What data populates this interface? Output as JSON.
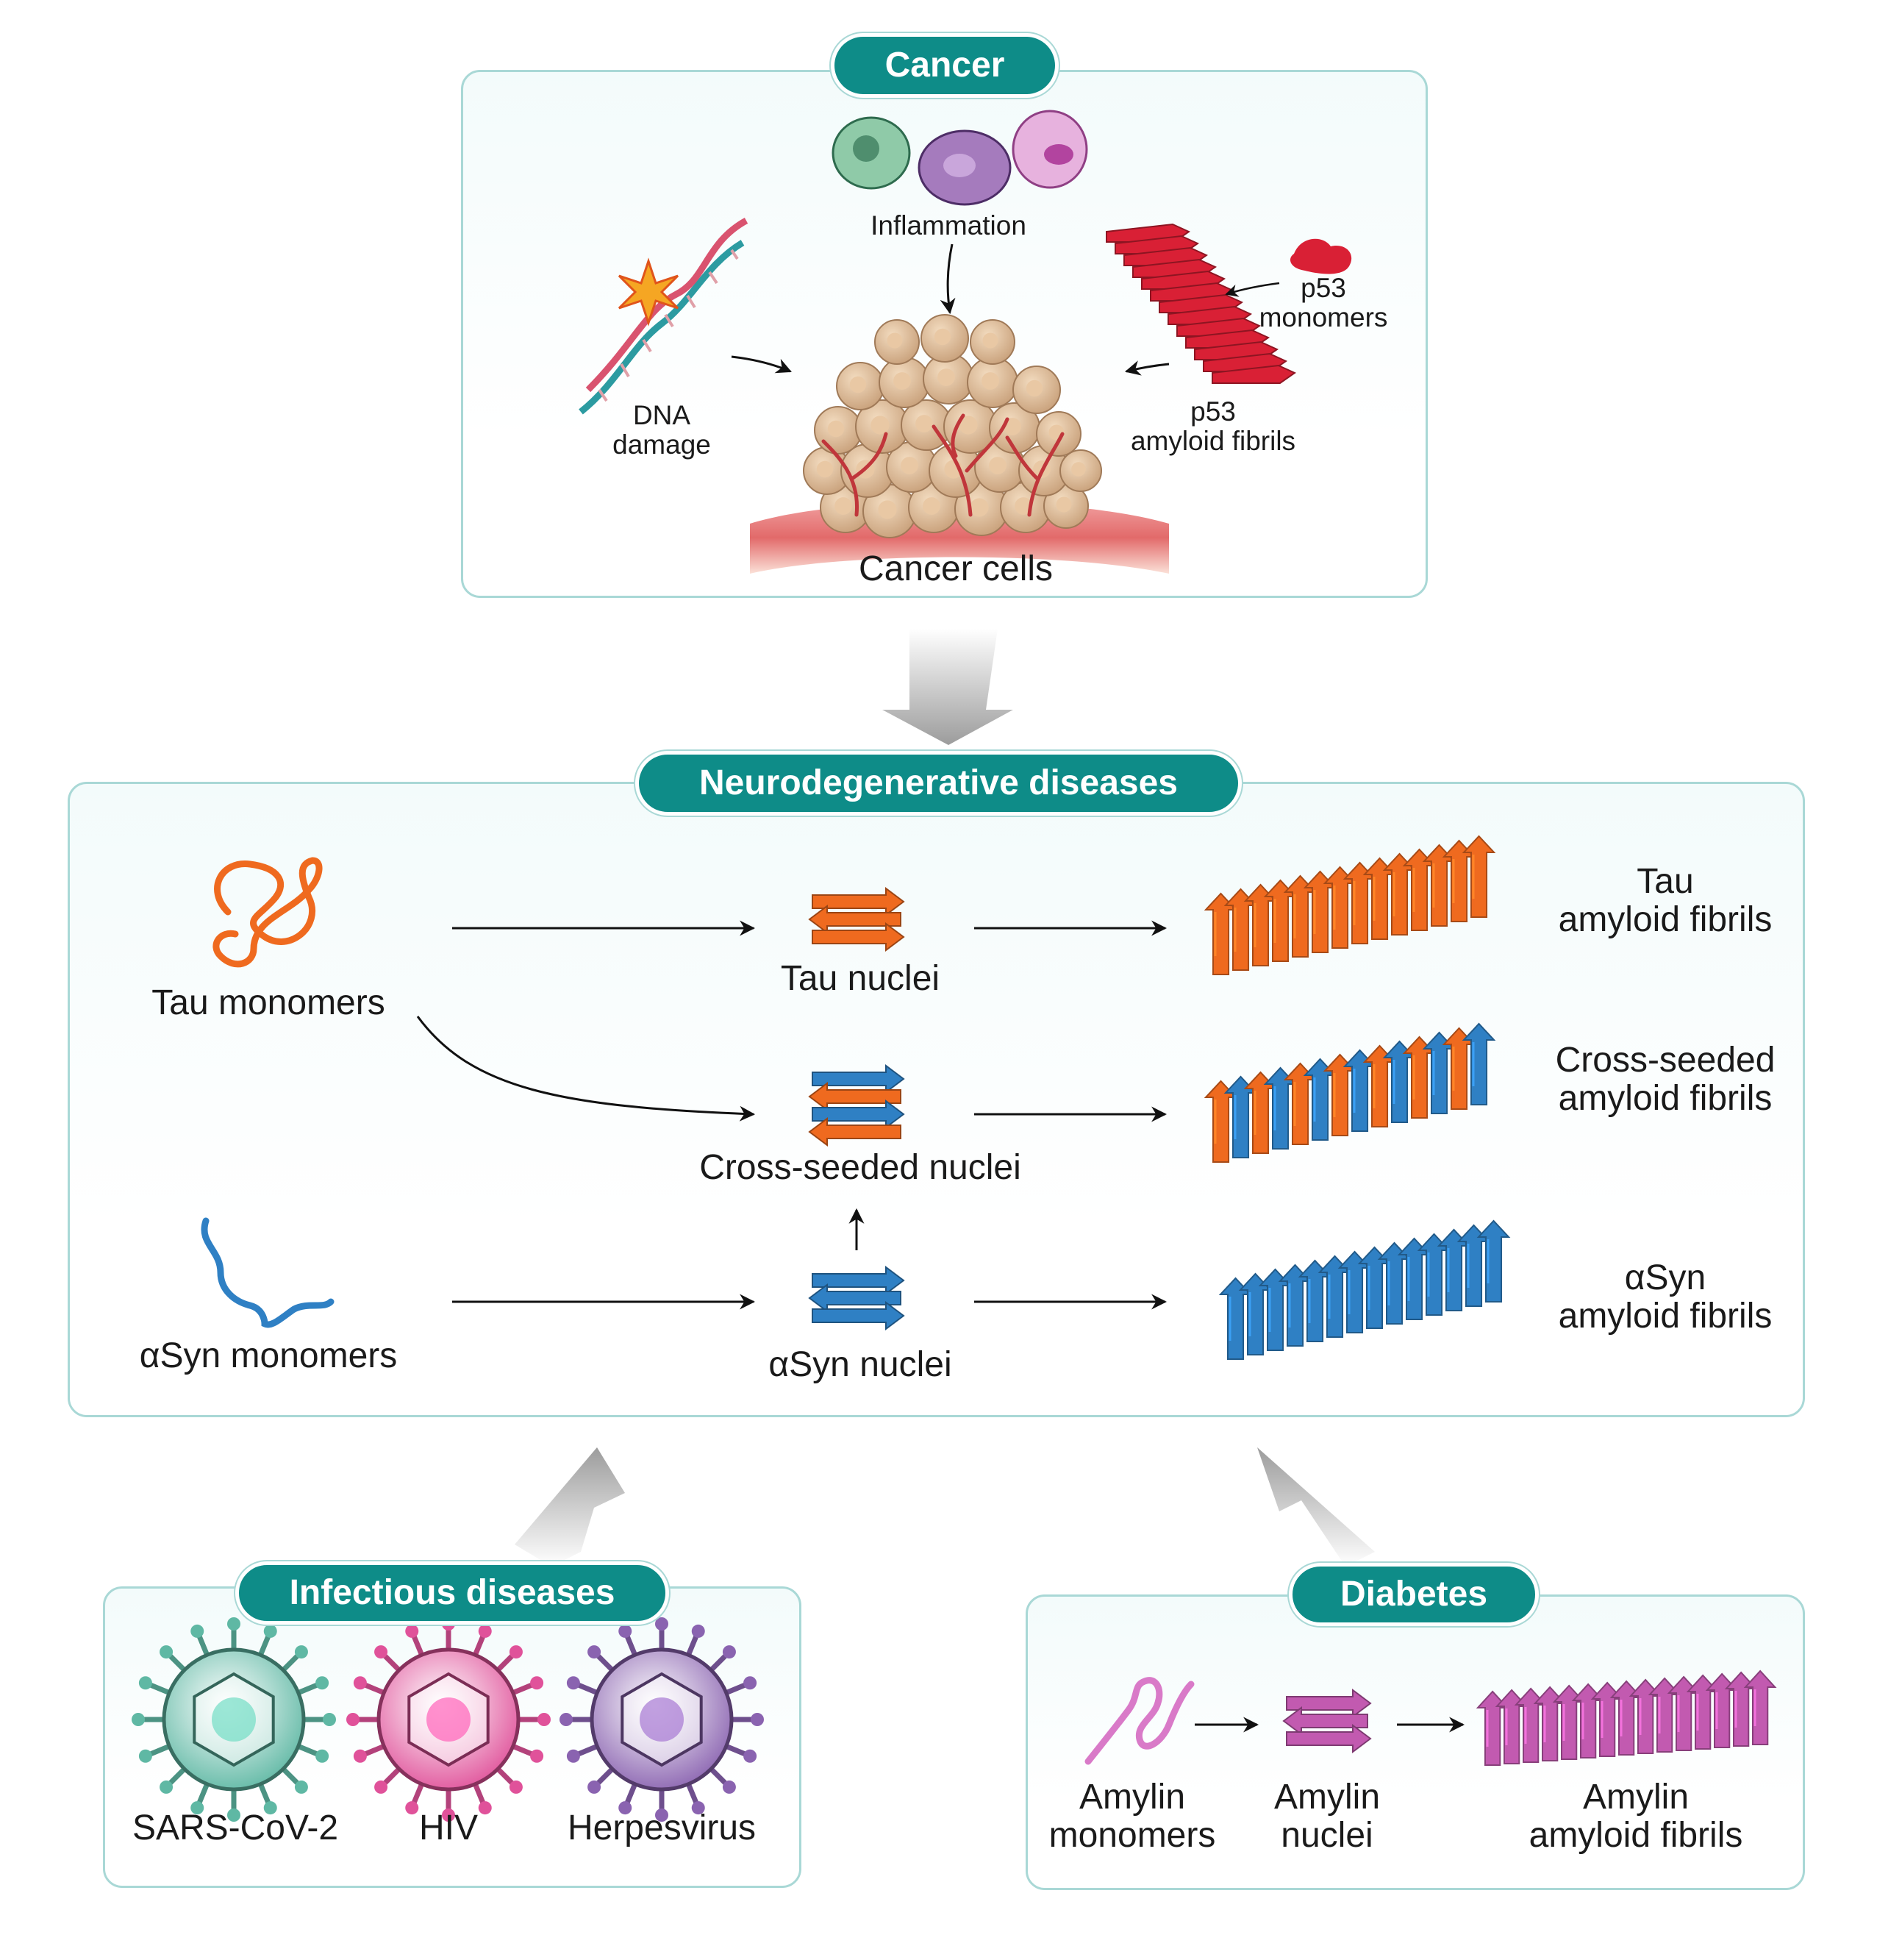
{
  "cancer": {
    "title": "Cancer",
    "inflammation": "Inflammation",
    "dna_damage": [
      "DNA",
      "damage"
    ],
    "p53_monomers": [
      "p53",
      "monomers"
    ],
    "p53_fibrils": [
      "p53",
      "amyloid fibrils"
    ],
    "cancer_cells": "Cancer cells"
  },
  "neuro": {
    "title": "Neurodegenerative diseases",
    "tau_monomers": "Tau monomers",
    "asyn_monomers": "αSyn monomers",
    "tau_nuclei": "Tau nuclei",
    "cross_nuclei": "Cross-seeded nuclei",
    "asyn_nuclei": "αSyn nuclei",
    "tau_fibrils": [
      "Tau",
      "amyloid fibrils"
    ],
    "cross_fibrils": [
      "Cross-seeded",
      "amyloid fibrils"
    ],
    "asyn_fibrils": [
      "αSyn",
      "amyloid fibrils"
    ]
  },
  "infectious": {
    "title": "Infectious diseases",
    "viruses": [
      "SARS-CoV-2",
      "HIV",
      "Herpesvirus"
    ]
  },
  "diabetes": {
    "title": "Diabetes",
    "amylin_monomers": [
      "Amylin",
      "monomers"
    ],
    "amylin_nuclei": [
      "Amylin",
      "nuclei"
    ],
    "amylin_fibrils": [
      "Amylin",
      "amyloid fibrils"
    ]
  },
  "colors": {
    "teal": "#0e8c88",
    "tau": "#ef6a1f",
    "asyn": "#2f80c4",
    "p53": "#d92035",
    "amylin": "#c25ab0",
    "sars": "#5fb8a4",
    "hiv": "#e0529a",
    "herpes": "#8a63b0"
  }
}
